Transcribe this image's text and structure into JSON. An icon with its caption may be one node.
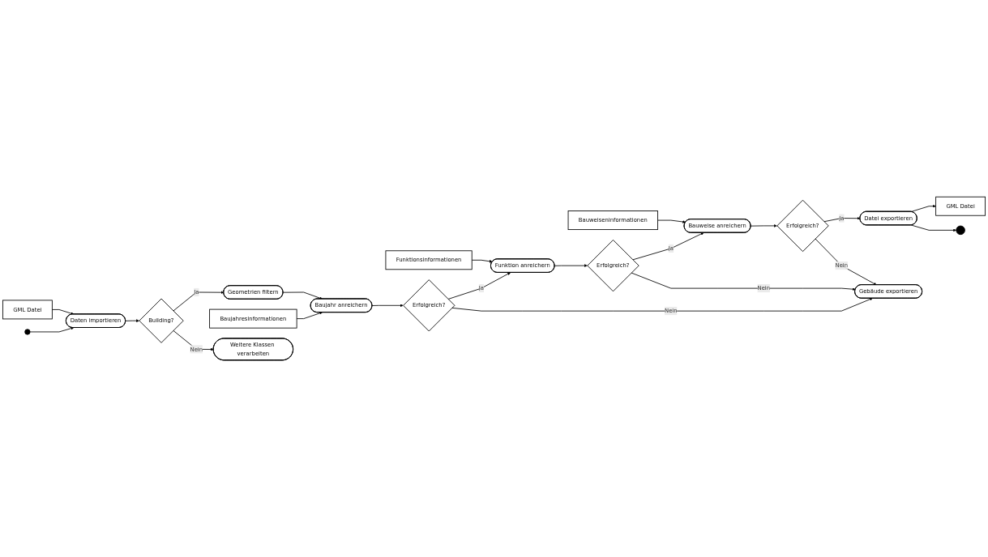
{
  "diagram": {
    "nodes": [
      {
        "text": [
          "GML Datei"
        ]
      },
      {
        "text": [],
        "shape": "circle"
      },
      {
        "text": [
          "Daten importieren"
        ]
      },
      {
        "text": [
          "Building?"
        ]
      },
      {
        "text": [
          "Geometrien filtern"
        ]
      },
      {
        "text": [
          "Baujahresinformationen"
        ]
      },
      {
        "text": [
          "Baujahr anreichern"
        ]
      },
      {
        "text": [
          "Weitere Klassen verarbeiten"
        ]
      },
      {
        "text": [
          "Funktionsinformationen"
        ]
      },
      {
        "text": [
          "Bauweiseninformationen"
        ]
      },
      {
        "text": [
          "GML Datei"
        ]
      },
      {
        "text": [
          "Erfolgreich?"
        ]
      },
      {
        "text": [
          "Funktion anreichern"
        ]
      },
      {
        "text": [
          "Erfolgreich?"
        ]
      },
      {
        "text": [
          "Bauweise anreichern"
        ]
      },
      {
        "text": [
          "Erfolgreich?"
        ]
      },
      {
        "text": [
          "Datei exportieren"
        ]
      },
      {
        "text": [],
        "shape": "circle"
      },
      {
        "text": [
          "Gebäude exportieren"
        ]
      }
    ],
    "edges": [
      {
        "from": 0,
        "to": 2,
        "arrow": "to"
      },
      {
        "from": 1,
        "to": 2,
        "arrow": "to"
      },
      {
        "from": 2,
        "to": 3,
        "arrow": "to"
      },
      {
        "from": 3,
        "to": 4,
        "arrow": "to",
        "label": "Ja"
      },
      {
        "from": 3,
        "to": 7,
        "arrow": "to",
        "label": "Nein"
      },
      {
        "from": 5,
        "to": 6,
        "arrow": "to"
      },
      {
        "from": 4,
        "to": 6,
        "arrow": "to"
      },
      {
        "from": 6,
        "to": 11,
        "arrow": "to"
      },
      {
        "from": 11,
        "to": 12,
        "arrow": "to",
        "label": "Ja"
      },
      {
        "from": 11,
        "to": 18,
        "arrow": "to",
        "label": "Nein"
      },
      {
        "from": 8,
        "to": 12,
        "arrow": "to"
      },
      {
        "from": 12,
        "to": 13,
        "arrow": "to"
      },
      {
        "from": 13,
        "to": 14,
        "arrow": "to",
        "label": "Ja"
      },
      {
        "from": 13,
        "to": 18,
        "arrow": "to",
        "label": "Nein"
      },
      {
        "from": 9,
        "to": 14,
        "arrow": "to"
      },
      {
        "from": 14,
        "to": 15,
        "arrow": "to"
      },
      {
        "from": 15,
        "to": 16,
        "arrow": "to",
        "label": "Ja"
      },
      {
        "from": 15,
        "to": 18,
        "arrow": "to",
        "label": "Nein"
      },
      {
        "from": 16,
        "to": 10,
        "arrow": "to"
      },
      {
        "from": 16,
        "to": 17,
        "arrow": "to"
      }
    ]
  }
}
